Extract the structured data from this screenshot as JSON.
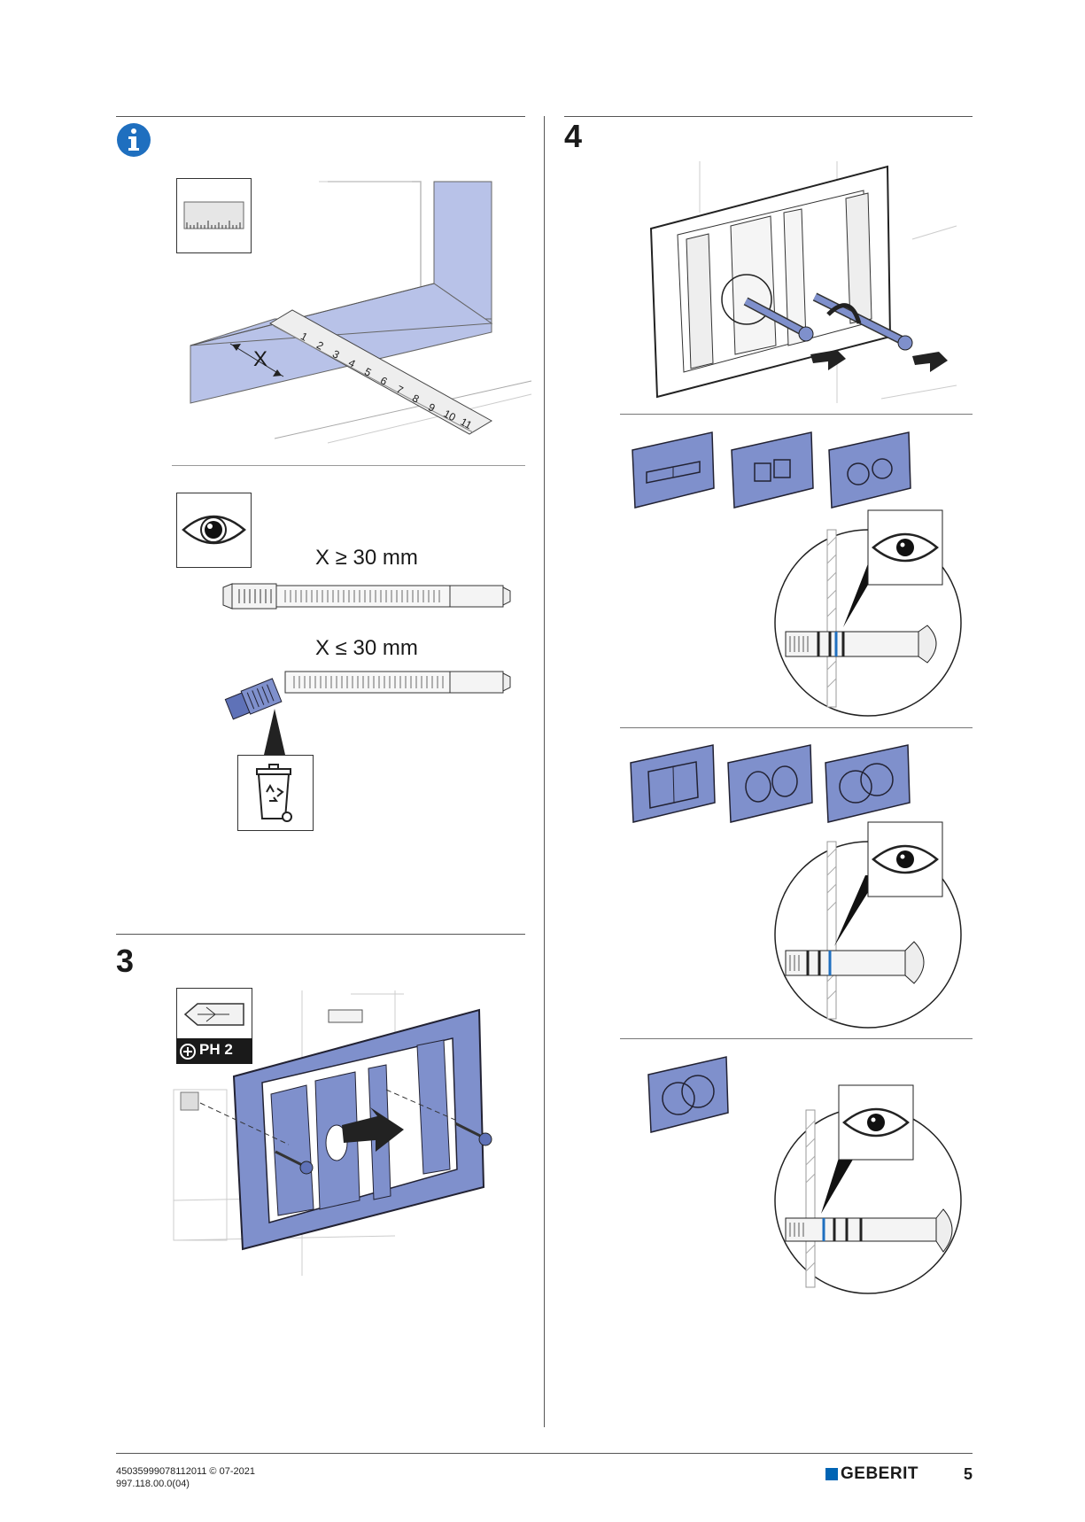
{
  "steps": {
    "left_bottom": "3",
    "right": "4"
  },
  "measure_labels": {
    "ge": "X ≥ 30 mm",
    "le": "X ≤ 30 mm",
    "dimension": "X"
  },
  "tool": {
    "bit": "PH 2"
  },
  "ruler_numbers": [
    "1",
    "2",
    "3",
    "4",
    "5",
    "6",
    "7",
    "8",
    "9",
    "10",
    "11"
  ],
  "footer": {
    "doc_code": "45035999078112011 © 07-2021",
    "doc_ref": "997.118.00.0(04)",
    "brand": "GEBERIT",
    "page": "5"
  },
  "colors": {
    "accent_blue": "#1f6fbf",
    "part_blue": "#7f90cc",
    "light_blue": "#b8c2e8",
    "brand_blue": "#0064b4"
  }
}
